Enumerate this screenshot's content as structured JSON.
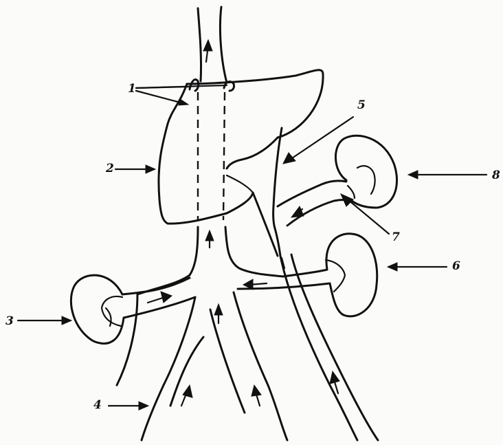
{
  "labels": {
    "l1": "1",
    "l2": "2",
    "l3": "3",
    "l4": "4",
    "l5": "5",
    "l6": "6",
    "l7": "7",
    "l8": "8"
  },
  "colors": {
    "ink": "#111111",
    "paper": "#fbfbf9"
  }
}
